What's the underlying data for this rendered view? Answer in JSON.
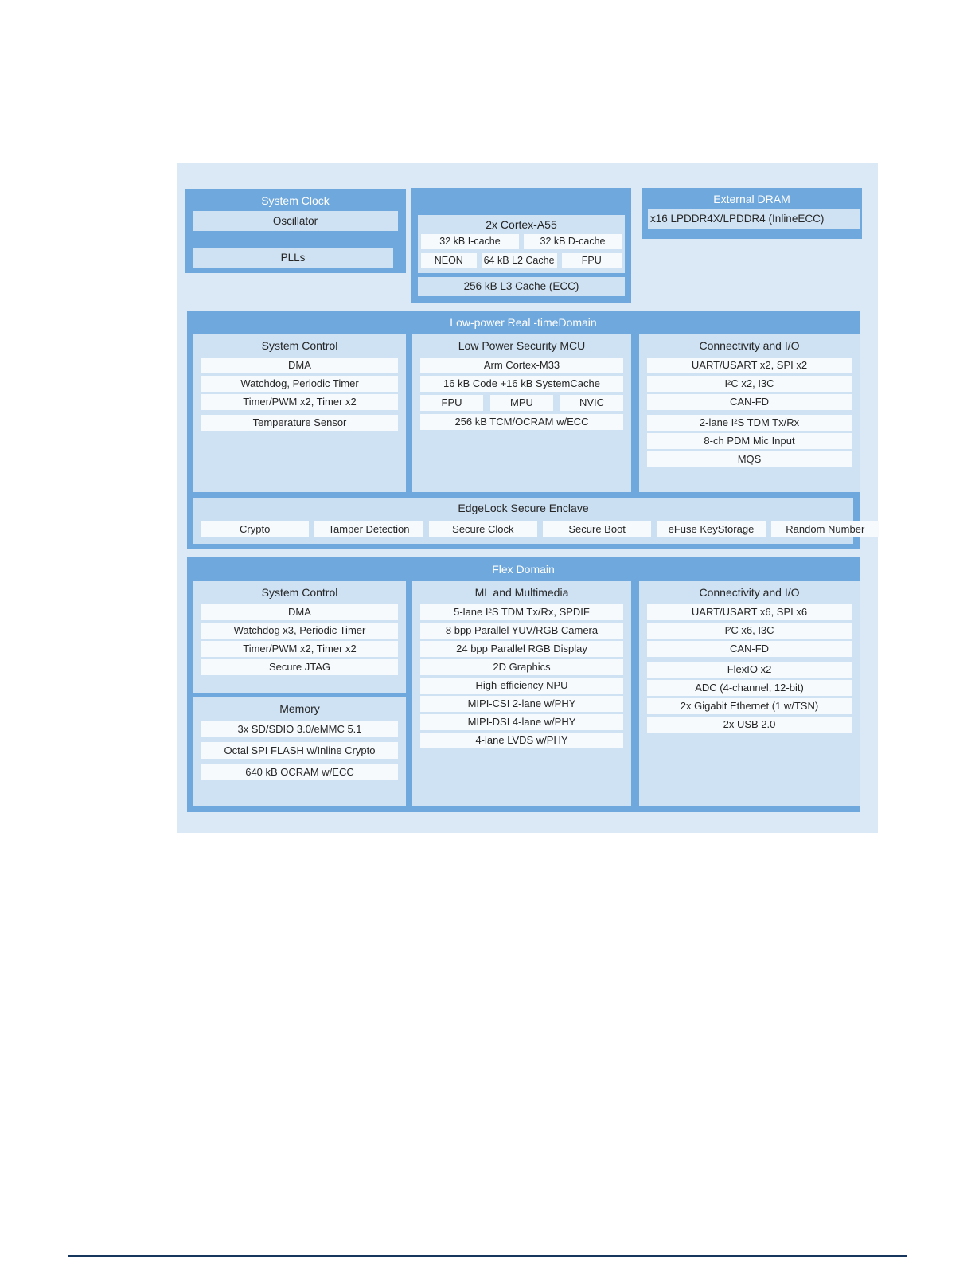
{
  "colors": {
    "canvas_bg": "#dbe9f6",
    "block_blue": "#6fa8dc",
    "panel_blue": "#cfe2f3",
    "stack_bg": "#ddeaf7",
    "item_bg": "#f6fafd",
    "edgelock_bg": "#cbdff2",
    "rule_color": "#17365d"
  },
  "diagram": {
    "system_clock": {
      "title": "System Clock",
      "items": [
        "Oscillator",
        "PLLs"
      ]
    },
    "cpu": {
      "title": "2x Cortex-A55",
      "caches": [
        "32 kB I-cache",
        "32 kB D-cache"
      ],
      "units": [
        "NEON",
        "64 kB L2 Cache",
        "FPU"
      ],
      "l3": "256 kB L3 Cache (ECC)"
    },
    "external_dram": {
      "title": "External DRAM",
      "item": "x16 LPDDR4X/LPDDR4 (InlineECC)"
    },
    "low_power_domain": {
      "title": "Low-power Real -timeDomain",
      "system_control": {
        "title": "System Control",
        "items": [
          "DMA",
          "Watchdog, Periodic Timer",
          "Timer/PWM x2, Timer x2",
          "Temperature Sensor"
        ]
      },
      "security_mcu": {
        "title": "Low Power Security MCU",
        "core": "Arm Cortex-M33",
        "cache": "16 kB Code +16 kB SystemCache",
        "units": [
          "FPU",
          "MPU",
          "NVIC"
        ],
        "memory": "256 kB TCM/OCRAM w/ECC"
      },
      "connectivity": {
        "title": "Connectivity and I/O",
        "items": [
          "UART/USART x2, SPI x2",
          "I²C x2, I3C",
          "CAN-FD",
          "2-lane I²S TDM Tx/Rx",
          "8-ch PDM Mic Input",
          "MQS"
        ]
      },
      "edgelock": {
        "title": "EdgeLock Secure Enclave",
        "items": [
          "Crypto",
          "Tamper Detection",
          "Secure Clock",
          "Secure Boot",
          "eFuse KeyStorage",
          "Random Number"
        ]
      }
    },
    "flex_domain": {
      "title": "Flex Domain",
      "system_control": {
        "title": "System Control",
        "items": [
          "DMA",
          "Watchdog x3, Periodic Timer",
          "Timer/PWM x2, Timer x2",
          "Secure JTAG"
        ]
      },
      "memory": {
        "title": "Memory",
        "items": [
          "3x SD/SDIO 3.0/eMMC 5.1",
          "Octal SPI FLASH w/Inline Crypto",
          "640 kB OCRAM w/ECC"
        ]
      },
      "ml_multimedia": {
        "title": "ML and Multimedia",
        "items": [
          "5-lane I²S TDM Tx/Rx, SPDIF",
          "8 bpp Parallel YUV/RGB Camera",
          "24 bpp Parallel RGB Display",
          "2D Graphics",
          "High-efficiency NPU",
          "MIPI-CSI 2-lane w/PHY",
          "MIPI-DSI 4-lane w/PHY",
          "4-lane LVDS w/PHY"
        ]
      },
      "connectivity": {
        "title": "Connectivity and I/O",
        "items": [
          "UART/USART x6, SPI x6",
          "I²C x6, I3C",
          "CAN-FD",
          "FlexIO x2",
          "ADC (4-channel, 12-bit)",
          "2x Gigabit Ethernet (1 w/TSN)",
          "2x USB 2.0"
        ]
      }
    }
  }
}
